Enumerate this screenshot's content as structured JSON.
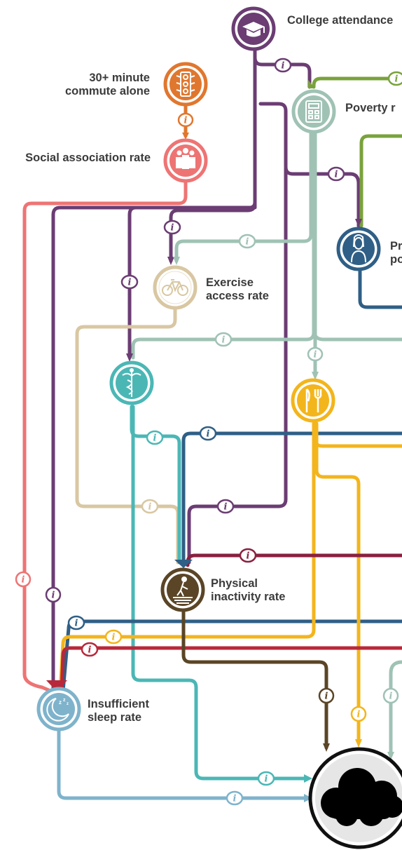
{
  "nodes": [
    {
      "id": "college",
      "label": "College attendance",
      "color": "#6b3d73",
      "icon": "graduation-cap-icon"
    },
    {
      "id": "commute",
      "label": "30+ minute\ncommute alone",
      "color": "#e0772e",
      "icon": "traffic-light-icon"
    },
    {
      "id": "social",
      "label": "Social association rate",
      "color": "#ee7474",
      "icon": "people-group-icon"
    },
    {
      "id": "poverty",
      "label": "Poverty r",
      "color": "#9fc2b4",
      "icon": "calculator-icon"
    },
    {
      "id": "provider",
      "label": "Pr\npo",
      "color": "#2f5f86",
      "icon": "doctor-icon"
    },
    {
      "id": "exercise",
      "label": "Exercise\naccess rate",
      "color": "#d8c7a2",
      "icon": "bicycle-icon"
    },
    {
      "id": "health",
      "label": "",
      "color": "#4bb7b5",
      "icon": "caduceus-icon"
    },
    {
      "id": "food",
      "label": "",
      "color": "#f3b51c",
      "icon": "fork-knife-icon"
    },
    {
      "id": "inactivity",
      "label": "Physical\ninactivity rate",
      "color": "#5a4526",
      "icon": "walking-person-icon"
    },
    {
      "id": "sleep",
      "label": "Insufficient\nsleep rate",
      "color": "#7fb3cc",
      "icon": "sleep-moon-icon"
    },
    {
      "id": "outcome",
      "label": "",
      "color": "#111111",
      "icon": "cloud-icon"
    }
  ],
  "info_glyph": "i",
  "colors": {
    "purple": "#6b3d73",
    "orange": "#e0772e",
    "pink": "#ee7474",
    "sage": "#9fc2b4",
    "olive": "#7aa23c",
    "navy": "#2f5f86",
    "tan": "#d8c7a2",
    "teal": "#4bb7b5",
    "yellow": "#f3b51c",
    "brown": "#5a4526",
    "maroon": "#8a2040",
    "red": "#b8283a",
    "skyblue": "#7fb3cc"
  }
}
